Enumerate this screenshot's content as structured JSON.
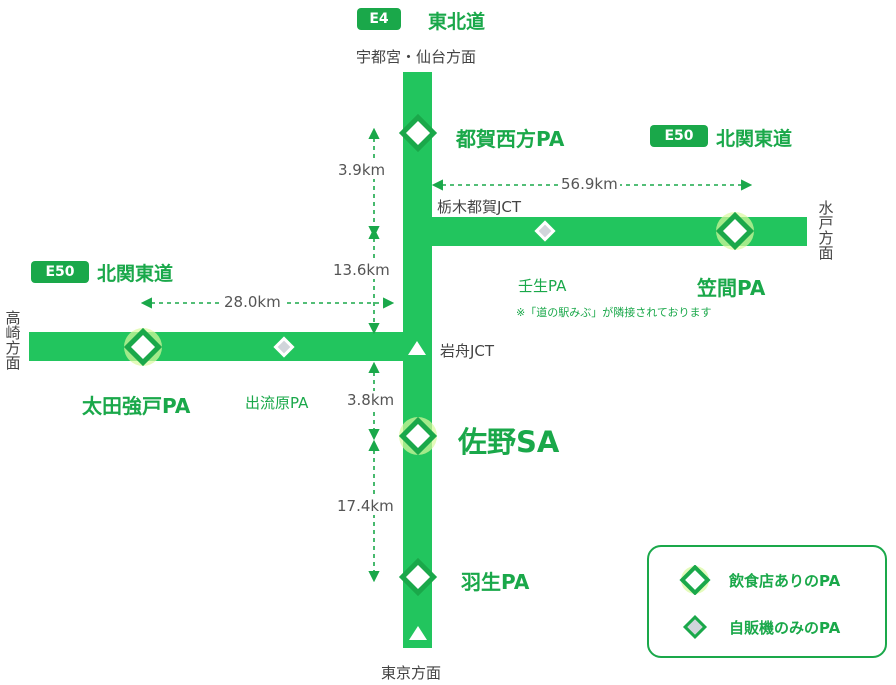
{
  "colors": {
    "road": "#22c55e",
    "accent": "#1aa84a",
    "text": "#444444",
    "glow": "#d9f99d"
  },
  "routes": {
    "tohoku": {
      "badge": "E4",
      "name": "東北道",
      "direction_north": "宇都宮・仙台方面",
      "direction_south": "東京方面"
    },
    "kitakanto_east": {
      "badge": "E50",
      "name": "北関東道",
      "direction": "水戸方面"
    },
    "kitakanto_west": {
      "badge": "E50",
      "name": "北関東道",
      "direction": "高崎方面"
    }
  },
  "junctions": {
    "tochigi_tsuga": "栃木都賀JCT",
    "iwafune": "岩舟JCT"
  },
  "facilities": {
    "tsuga_nishikata": {
      "name": "都賀西方PA",
      "type": "restaurant"
    },
    "kasama": {
      "name": "笠間PA",
      "type": "restaurant"
    },
    "mibu": {
      "name": "壬生PA",
      "type": "vending",
      "note": "※「道の駅みぶ」が隣接されております"
    },
    "ota_goudo": {
      "name": "太田強戸PA",
      "type": "restaurant"
    },
    "izurubara": {
      "name": "出流原PA",
      "type": "vending"
    },
    "sano": {
      "name": "佐野SA",
      "type": "restaurant"
    },
    "hanyu": {
      "name": "羽生PA",
      "type": "restaurant"
    }
  },
  "distances": {
    "tsuga_to_jct": "3.9km",
    "jct_to_jct": "13.6km",
    "tochigi_to_kasama": "56.9km",
    "iwafune_to_ota": "28.0km",
    "iwafune_to_sano": "3.8km",
    "sano_to_hanyu": "17.4km"
  },
  "legend": {
    "restaurant": "飲食店ありのPA",
    "vending": "自販機のみのPA"
  }
}
